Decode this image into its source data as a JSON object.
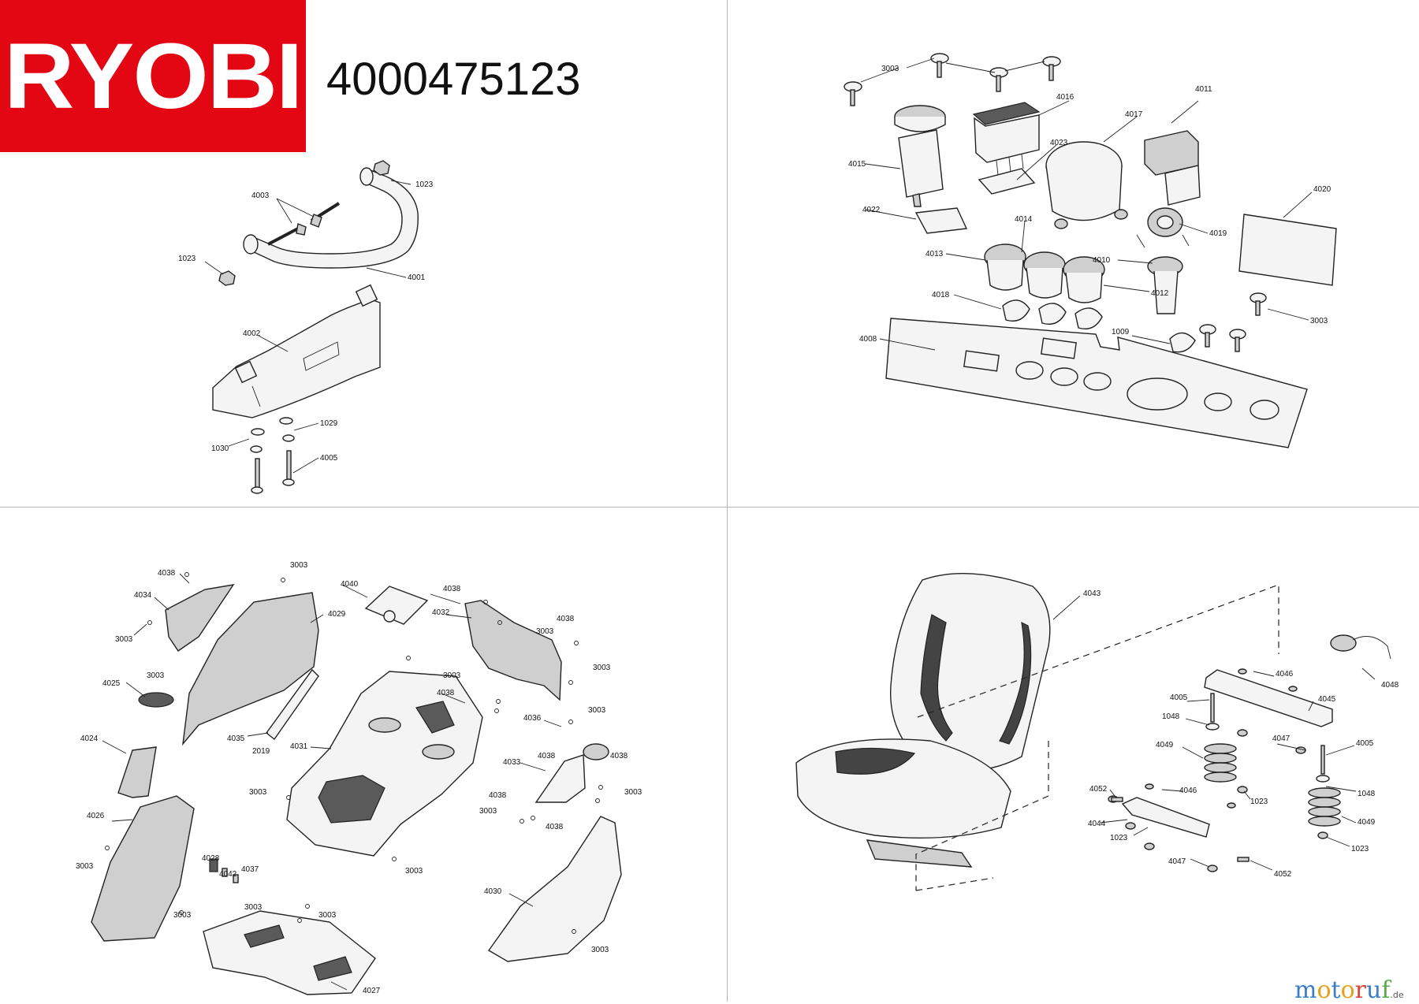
{
  "header": {
    "brand_logo": "RYOBI",
    "part_number": "4000475123"
  },
  "watermark": {
    "text": [
      "m",
      "o",
      "t",
      "o",
      "r",
      "u",
      "f"
    ],
    "suffix": ".de"
  },
  "colors": {
    "brand_red": "#e30613",
    "divider": "#b5b5b5"
  },
  "quadrant_top_left": {
    "labels": [
      "1023",
      "4003",
      "1023",
      "4001",
      "4002",
      "1029",
      "1030",
      "4005"
    ]
  },
  "quadrant_top_right": {
    "labels": [
      "3003",
      "4016",
      "4011",
      "4017",
      "4015",
      "4023",
      "4022",
      "4014",
      "4020",
      "4019",
      "4013",
      "4010",
      "4018",
      "4012",
      "3003",
      "1009",
      "4008"
    ]
  },
  "quadrant_bottom_left": {
    "labels": [
      "3003",
      "4038",
      "4040",
      "4034",
      "4038",
      "4029",
      "4032",
      "3003",
      "4038",
      "3003",
      "3003",
      "3003",
      "4025",
      "3003",
      "4038",
      "3003",
      "4024",
      "4035",
      "2019",
      "4031",
      "4036",
      "4038",
      "4033",
      "4038",
      "3003",
      "3003",
      "4038",
      "3003",
      "4038",
      "4026",
      "3003",
      "4028",
      "4042",
      "4037",
      "4030",
      "3003",
      "3003",
      "3003",
      "3003",
      "3003",
      "4027"
    ]
  },
  "quadrant_bottom_right": {
    "labels": [
      "4043",
      "4048",
      "4046",
      "4005",
      "4045",
      "1048",
      "4047",
      "4005",
      "4049",
      "1048",
      "4046",
      "1023",
      "4052",
      "4049",
      "4044",
      "1023",
      "1023",
      "4047",
      "4052"
    ]
  }
}
